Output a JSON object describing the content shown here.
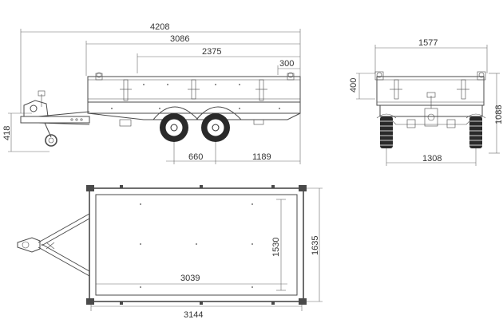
{
  "side_view": {
    "overall_length": "4208",
    "box_with_drawbar": "3086",
    "box_length": "2375",
    "rear_overhang": "300",
    "coupling_height": "418",
    "axle_spacing": "660",
    "rear_to_axle": "1189"
  },
  "rear_view": {
    "overall_width": "1577",
    "side_height": "400",
    "total_height": "1088",
    "track_width": "1308"
  },
  "top_view": {
    "inner_length": "3039",
    "inner_width": "1530",
    "outer_width": "1635",
    "outer_length": "3144"
  },
  "colors": {
    "line": "#4a4a4a",
    "wheel": "#2a2a2a",
    "dimension": "#6a6a6a"
  }
}
